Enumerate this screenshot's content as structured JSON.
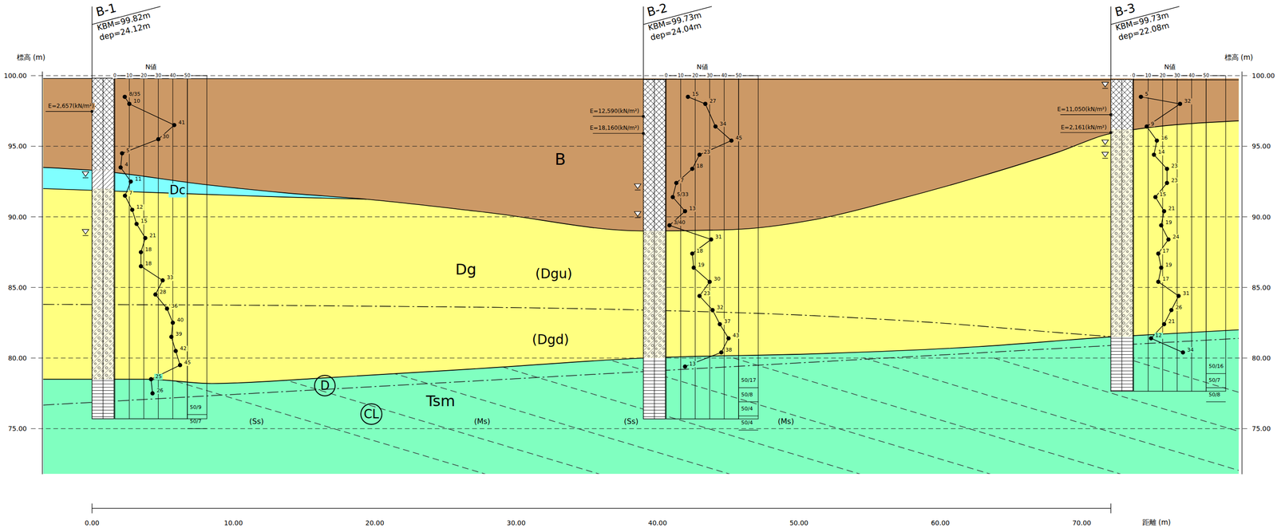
{
  "diagram": {
    "nodes": [
      {
        "text": [
          "D"
        ]
      },
      {
        "text": [
          "CL"
        ]
      }
    ],
    "labels": [
      "標高 (m)",
      "標高 (m)",
      "距離 (m)",
      "100.00",
      "95.00",
      "90.00",
      "85.00",
      "80.00",
      "75.00",
      "100.00",
      "95.00",
      "90.00",
      "85.00",
      "80.00",
      "75.00",
      "0.00",
      "10.00",
      "20.00",
      "30.00",
      "40.00",
      "50.00",
      "60.00",
      "70.00",
      "B",
      "Dc",
      "Dg",
      "(Dgu)",
      "(Dgd)",
      "Tsm",
      "(Ss)",
      "(Ms)",
      "(Ss)",
      "(Ms)",
      "B-1",
      "KBM=99.82m",
      "dep=24.12m",
      "N値",
      "0",
      "10",
      "20",
      "30",
      "40",
      "50",
      "E=2,657(kN/m²)",
      "8/35",
      "10",
      "41",
      "30",
      "5",
      "4",
      "11",
      "7",
      "12",
      "15",
      "21",
      "18",
      "18",
      "33",
      "28",
      "36",
      "40",
      "39",
      "42",
      "45",
      "25",
      "26",
      "50/9",
      "50/7",
      "B-2",
      "KBM=99.73m",
      "dep=24.04m",
      "N値",
      "0",
      "10",
      "20",
      "30",
      "40",
      "50",
      "E=12,590(kN/m²)",
      "E=18,160(kN/m²)",
      "15",
      "27",
      "34",
      "45",
      "23",
      "18",
      "7",
      "5/33",
      "13",
      "3/40",
      "31",
      "18",
      "19",
      "30",
      "23",
      "32",
      "37",
      "43",
      "38",
      "13",
      "50/17",
      "50/8",
      "50/4",
      "50/4",
      "B-3",
      "KBM=99.73m",
      "dep=22.08m",
      "N値",
      "0",
      "10",
      "20",
      "30",
      "40",
      "50",
      "E=11,050(kN/m²)",
      "E=2,161(kN/m²)",
      "5",
      "32",
      "9",
      "16",
      "14",
      "23",
      "23",
      "15",
      "21",
      "19",
      "24",
      "17",
      "19",
      "17",
      "31",
      "26",
      "21",
      "12",
      "34",
      "50/16",
      "50/7",
      "50/8"
    ]
  }
}
